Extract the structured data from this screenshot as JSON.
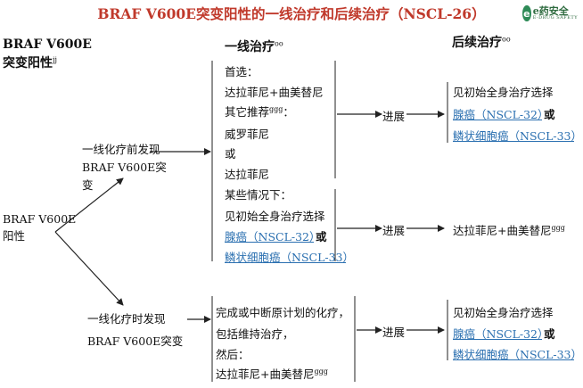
{
  "title": "BRAF V600E突变阳性的一线治疗和后续治疗（NSCL-26）",
  "logo": {
    "glyph": "e",
    "name": "e药安全",
    "subtitle": "E-DRUG SAFETY"
  },
  "headers": {
    "col1": "BRAF V600E",
    "col1b": "突变阳性",
    "col1_sup": "jj",
    "col2": "一线治疗",
    "col2_sup": "oo",
    "col3": "后续治疗",
    "col3_sup": "oo"
  },
  "root": {
    "line1": "BRAF V600E",
    "line2": "阳性"
  },
  "branch_top": {
    "line1": "一线化疗前发现",
    "line2": "BRAF V600E突",
    "line3": "变"
  },
  "branch_bottom": {
    "line1": "一线化疗时发现",
    "line2": "BRAF V600E突变"
  },
  "box1": {
    "preferred_label": "首选：",
    "preferred_drug": "达拉菲尼+曲美替尼",
    "other_label": "其它推荐",
    "other_sup": "ggg",
    "other_colon": "：",
    "other_drug1": "威罗菲尼",
    "or": "或",
    "other_drug2": "达拉菲尼"
  },
  "box2": {
    "label": "某些情况下：",
    "text": "见初始全身治疗选择",
    "link1": "腺癌（NSCL-32）",
    "or": "或",
    "link2": "鳞状细胞癌（NSCL-33）"
  },
  "box3": {
    "line1": "完成或中断原计划的化疗，",
    "line2": "包括维持治疗，",
    "line3": "然后：",
    "drug": "达拉菲尼+曲美替尼",
    "drug_sup": "ggg"
  },
  "progress_label": "进展",
  "result1": {
    "text": "见初始全身治疗选择",
    "link1": "腺癌（NSCL-32）",
    "or": "或",
    "link2": "鳞状细胞癌（NSCL-33）"
  },
  "result2": {
    "drug": "达拉菲尼+曲美替尼",
    "sup": "ggg"
  },
  "result3": {
    "text": "见初始全身治疗选择",
    "link1": "腺癌（NSCL-32）",
    "or": "或",
    "link2": "鳞状细胞癌（NSCL-33）"
  }
}
